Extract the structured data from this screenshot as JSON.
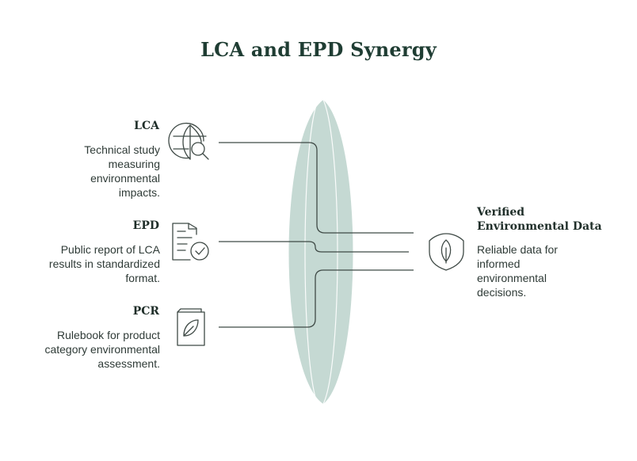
{
  "title": "LCA and EPD Synergy",
  "items": [
    {
      "label": "LCA",
      "description": "Technical study measuring environmental impacts.",
      "icon": "globe-search-icon"
    },
    {
      "label": "EPD",
      "description": "Public report of LCA results in standardized format.",
      "icon": "document-check-icon"
    },
    {
      "label": "PCR",
      "description": "Rulebook for product category environmental assessment.",
      "icon": "book-leaf-icon"
    }
  ],
  "output": {
    "label": "Verified Environmental Data",
    "description": "Reliable data for informed environmental decisions.",
    "icon": "shield-leaf-icon"
  },
  "colors": {
    "lens": "#c5d9d3",
    "line": "#3f4a46",
    "title": "#1f3d33"
  }
}
